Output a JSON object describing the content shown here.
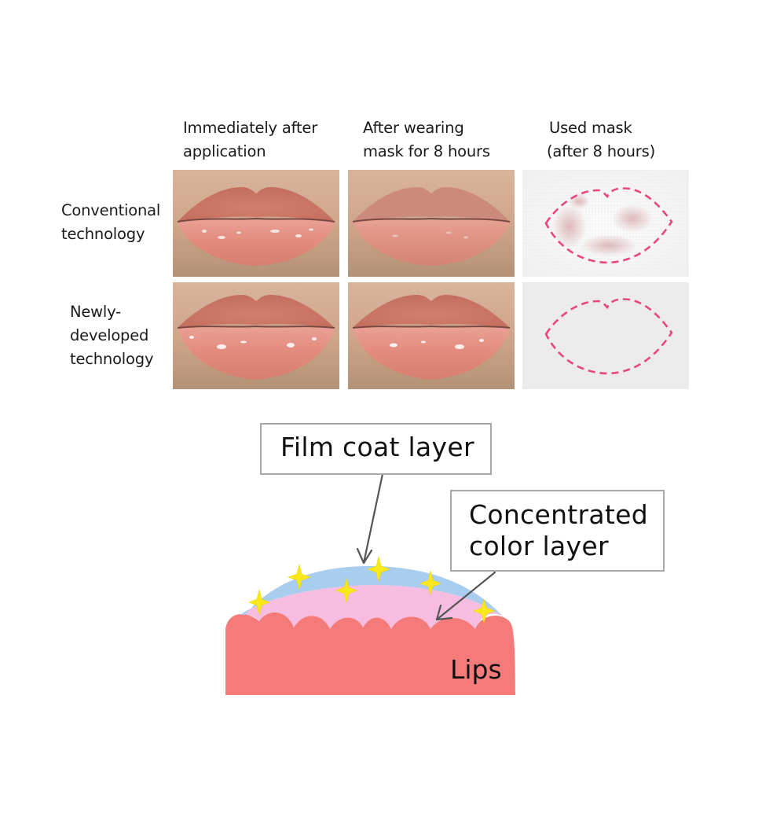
{
  "table": {
    "columns": [
      {
        "line1": "Immediately after",
        "line2": "application"
      },
      {
        "line1": "After wearing",
        "line2": "mask for 8 hours"
      },
      {
        "line1": "Used mask",
        "line2": "(after 8 hours)"
      }
    ],
    "rows": [
      {
        "lines": [
          "Conventional",
          "technology"
        ]
      },
      {
        "lines": [
          "Newly-",
          "developed",
          "technology"
        ]
      }
    ]
  },
  "diagram": {
    "film_coat_label": "Film coat layer",
    "color_layer_label_line1": "Concentrated",
    "color_layer_label_line2": "color layer",
    "lips_label": "Lips"
  },
  "colors": {
    "film_coat": "#a9cdee",
    "color_layer": "#f7bde0",
    "lips": "#f57b7b",
    "sparkle": "#f8e81c",
    "mask_outline": "#e8477f",
    "callout_border": "#a8a8a8",
    "arrow": "#555555"
  }
}
